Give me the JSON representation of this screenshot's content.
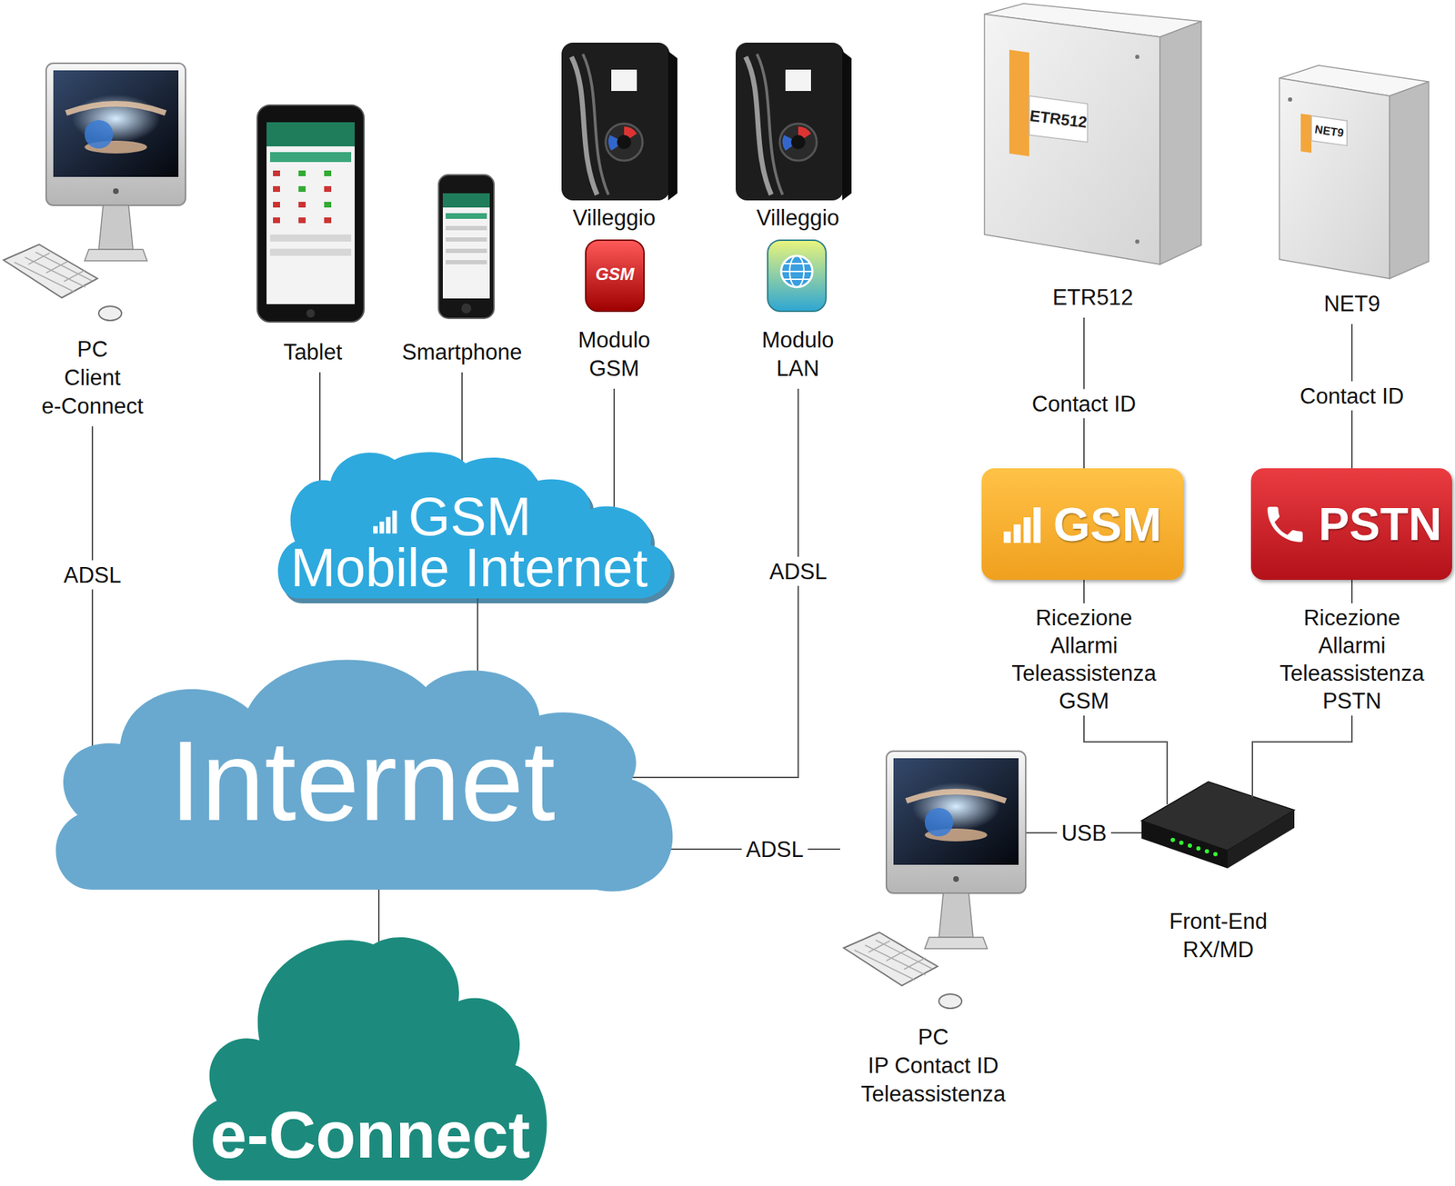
{
  "diagram": {
    "nodes": [
      {
        "text": [
          "PC Client e-Connect"
        ]
      },
      {
        "text": [
          "Tablet"
        ]
      },
      {
        "text": [
          "Smartphone"
        ]
      },
      {
        "text": [
          "Villeggio",
          "Modulo GSM"
        ]
      },
      {
        "text": [
          "Villeggio",
          "Modulo LAN"
        ]
      },
      {
        "text": [
          "ETR512"
        ]
      },
      {
        "text": [
          "NET9"
        ]
      },
      {
        "text": [
          "GSM",
          "Mobile Internet"
        ]
      },
      {
        "text": [
          "GSM"
        ]
      },
      {
        "text": [
          "PSTN"
        ]
      },
      {
        "text": [
          "Internet"
        ]
      },
      {
        "text": [
          "PC IP Contact ID Teleassistenza"
        ]
      },
      {
        "text": [
          "Front-End RX/MD"
        ]
      },
      {
        "text": [
          "e-Connect"
        ]
      }
    ],
    "edges": [
      {
        "from": 0,
        "to": 10,
        "label": "ADSL",
        "arrow": "none"
      },
      {
        "from": 1,
        "to": 7,
        "arrow": "none"
      },
      {
        "from": 2,
        "to": 7,
        "arrow": "none"
      },
      {
        "from": 3,
        "to": 7,
        "arrow": "none"
      },
      {
        "from": 7,
        "to": 10,
        "arrow": "none"
      },
      {
        "from": 4,
        "to": 10,
        "label": "ADSL",
        "arrow": "none"
      },
      {
        "from": 10,
        "to": 13,
        "arrow": "none"
      },
      {
        "from": 10,
        "to": 11,
        "label": "ADSL",
        "arrow": "none"
      },
      {
        "from": 11,
        "to": 12,
        "label": "USB",
        "arrow": "none"
      },
      {
        "from": 5,
        "to": 8,
        "label": "Contact ID",
        "arrow": "none"
      },
      {
        "from": 6,
        "to": 9,
        "label": "Contact ID",
        "arrow": "none"
      },
      {
        "from": 8,
        "to": 12,
        "label": "Ricezione Allarmi Teleassistenza GSM",
        "arrow": "none"
      },
      {
        "from": 9,
        "to": 12,
        "label": "Ricezione Allarmi Teleassistenza PSTN",
        "arrow": "none"
      }
    ],
    "labels": [
      "GSM",
      "ETR512",
      "NET9"
    ]
  }
}
